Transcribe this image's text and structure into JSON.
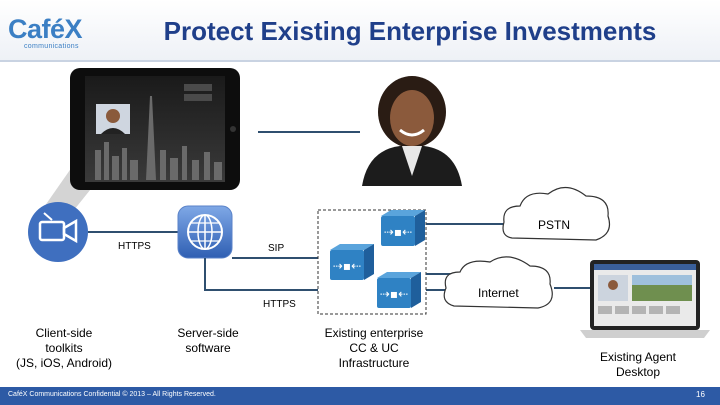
{
  "header": {
    "logo_text": "CaféX",
    "logo_sub": "communications",
    "title": "Protect Existing Enterprise Investments"
  },
  "labels": {
    "https_left": "HTTPS",
    "sip": "SIP",
    "https_bottom": "HTTPS",
    "pstn": "PSTN",
    "internet": "Internet"
  },
  "captions": {
    "client": [
      "Client-side",
      "toolkits",
      "(JS, iOS, Android)"
    ],
    "server": [
      "Server-side",
      "software"
    ],
    "enterprise": [
      "Existing enterprise",
      "CC & UC",
      "Infrastructure"
    ],
    "agent": [
      "Existing Agent",
      "Desktop"
    ]
  },
  "footer": {
    "text": "CaféX Communications Confidential © 2013 – All Rights Reserved.",
    "page": "16"
  },
  "colors": {
    "brand_blue": "#3b7fc4",
    "title_navy": "#1f3f8a",
    "footer_blue": "#2d5aa5",
    "icon_blue": "#3f6fbf"
  }
}
